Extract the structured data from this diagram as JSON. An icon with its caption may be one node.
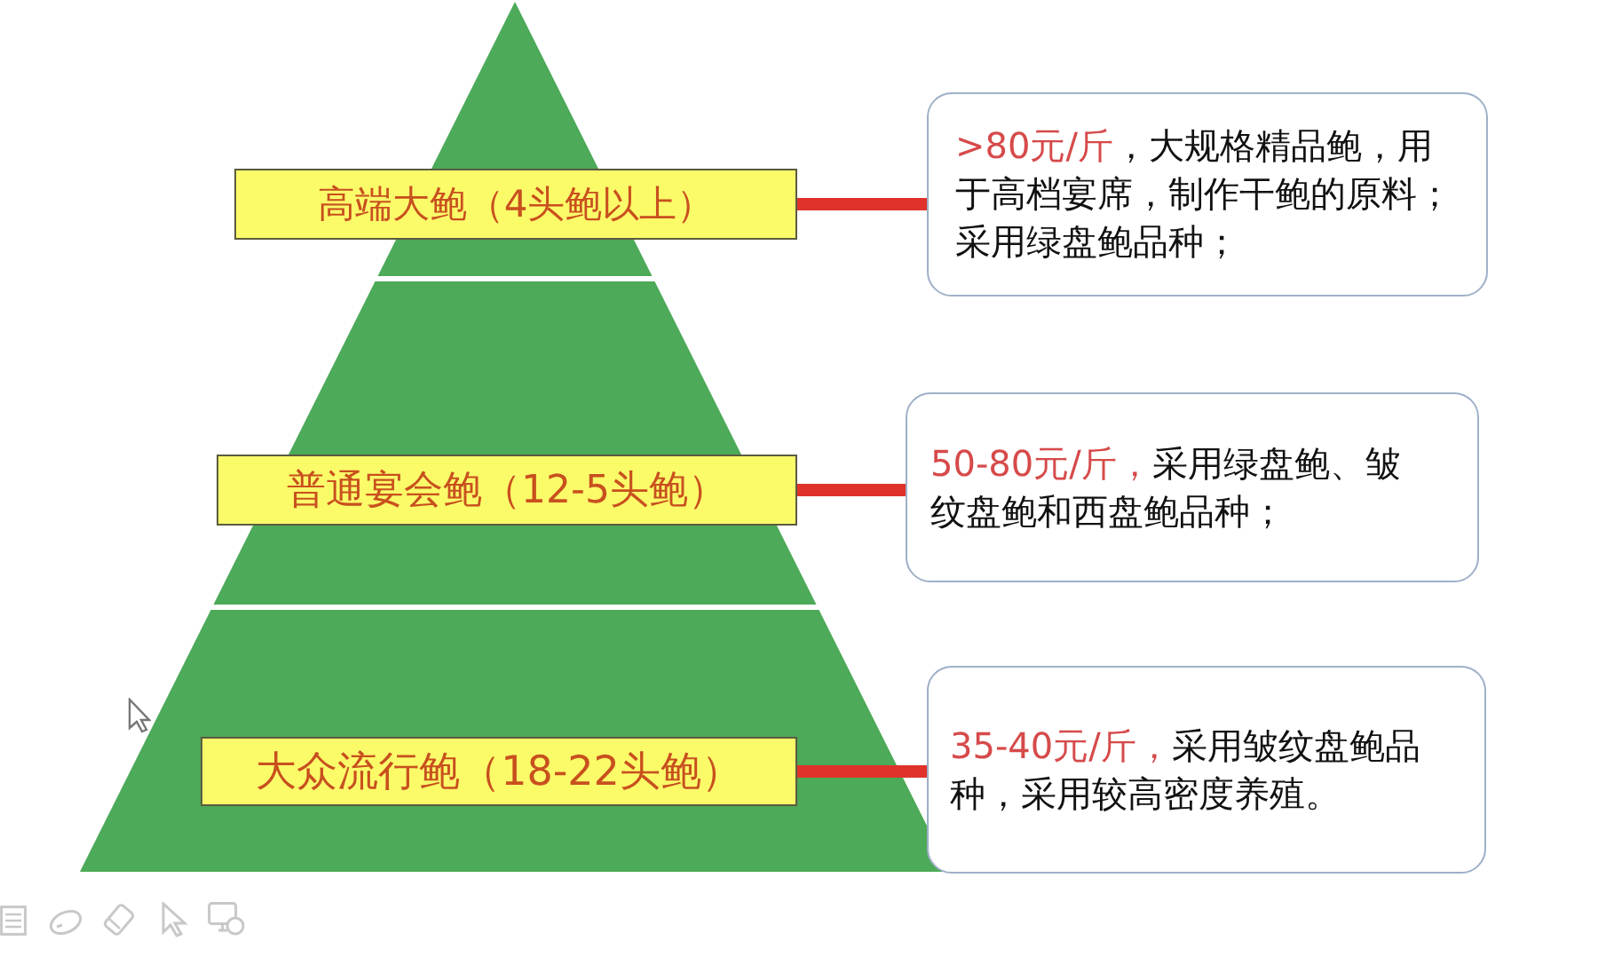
{
  "diagram": {
    "nodes": [
      {
        "text": [
          "高端大鲍（4头鲍以上）"
        ]
      },
      {
        "text": [
          ">80元/斤",
          "，大规格精品鲍，用于高档宴席，制作干鲍的原料；采用绿盘鲍品种；"
        ]
      },
      {
        "text": [
          "普通宴会鲍（12-5头鲍）"
        ]
      },
      {
        "text": [
          "50-80元/斤，",
          "采用绿盘鲍、皱纹盘鲍和西盘鲍品种；"
        ]
      },
      {
        "text": [
          "大众流行鲍（18-22头鲍）"
        ]
      },
      {
        "text": [
          "35-40元/斤，",
          "采用皱纹盘鲍品种，采用较高密度养殖。"
        ]
      }
    ],
    "edges": [
      {
        "from": 0,
        "to": 1,
        "arrow": "none"
      },
      {
        "from": 2,
        "to": 3,
        "arrow": "none"
      },
      {
        "from": 4,
        "to": 5,
        "arrow": "none"
      }
    ]
  }
}
